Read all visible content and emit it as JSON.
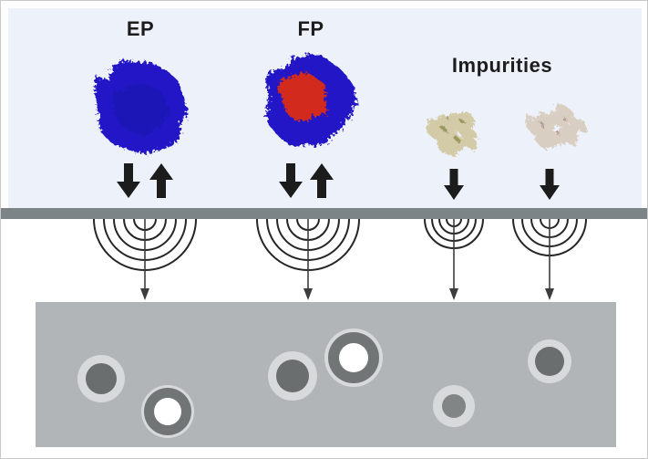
{
  "labels": {
    "ep": "EP",
    "fp": "FP",
    "impurities": "Impurities"
  },
  "colors": {
    "panel_bg": "#edf1f9",
    "membrane": "#7d8487",
    "box_bg": "#b2b5b7",
    "blue_particle": "#2317c6",
    "blue_particle_core": "#1a11ad",
    "red_core": "#d22b1b",
    "impurity_fill_1": "#d3cba8",
    "impurity_speck_1": "#97995f",
    "impurity_fill_2": "#d9cec2",
    "impurity_speck_2": "#b59a90",
    "thick_arrow": "#1c1c1c",
    "arc_stroke": "#262626",
    "thin_arrow": "#3d3d3d",
    "pore_ring_light": "#d7d9da",
    "pore_ring_dark": "#717576",
    "pore_core_dark": "#6a6e6f",
    "pore_core_mid": "#818586",
    "pore_core_white": "#ffffff"
  }
}
